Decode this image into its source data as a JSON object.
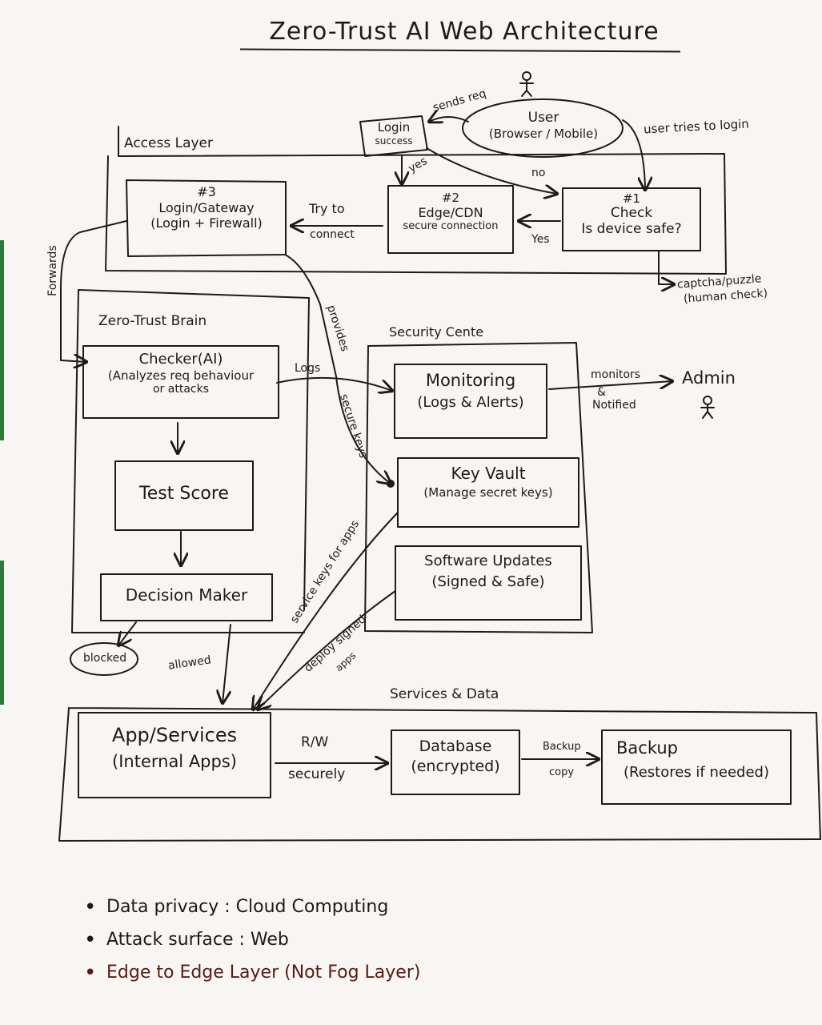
{
  "title": "Zero-Trust AI Web Architecture",
  "layers": {
    "access": "Access Layer",
    "brain": "Zero-Trust Brain",
    "security": "Security Cente",
    "services": "Services & Data"
  },
  "user": {
    "line1": "User",
    "line2": "(Browser / Mobile)"
  },
  "login_success": {
    "line1": "Login",
    "line2": "success"
  },
  "check": {
    "line1": "#1",
    "line2": "Check",
    "line3": "Is device safe?"
  },
  "edge": {
    "line1": "#2",
    "line2": "Edge/CDN",
    "line3": "secure connection"
  },
  "gateway": {
    "line1": "#3",
    "line2": "Login/Gateway",
    "line3": "(Login + Firewall)"
  },
  "checker": {
    "line1": "Checker(AI)",
    "line2": "(Analyzes req behaviour",
    "line3": "or attacks"
  },
  "test_score": "Test Score",
  "decision": "Decision Maker",
  "blocked": "blocked",
  "allowed": "allowed",
  "monitoring": {
    "line1": "Monitoring",
    "line2": "(Logs & Alerts)"
  },
  "key_vault": {
    "line1": "Key Vault",
    "line2": "(Manage secret keys)"
  },
  "updates": {
    "line1": "Software Updates",
    "line2": "(Signed & Safe)"
  },
  "app": {
    "line1": "App/Services",
    "line2": "(Internal Apps)"
  },
  "database": {
    "line1": "Database",
    "line2": "(encrypted)"
  },
  "backup": {
    "line1": "Backup",
    "line2": "(Restores if needed)"
  },
  "admin": "Admin",
  "edge_labels": {
    "sends_req": "sends req",
    "user_tries": "user tries to login",
    "yes1": "yes",
    "yes2": "Yes",
    "no": "no",
    "try_connect_1": "Try to",
    "try_connect_2": "connect",
    "captcha_1": "captcha/puzzle",
    "captcha_2": "(human check)",
    "forwards": "Forwards",
    "provides": "provides",
    "secure_keys": "secure keys",
    "logs": "Logs",
    "monitors_1": "monitors",
    "monitors_2": "&",
    "monitors_3": "Notified",
    "service_keys": "service keys for apps",
    "deploy_1": "deploy signed",
    "deploy_2": "apps",
    "rw_1": "R/W",
    "rw_2": "securely",
    "backup_1": "Backup",
    "backup_2": "copy"
  },
  "notes": [
    "Data privacy : Cloud Computing",
    "Attack surface : Web",
    "Edge to Edge Layer (Not Fog Layer)"
  ]
}
